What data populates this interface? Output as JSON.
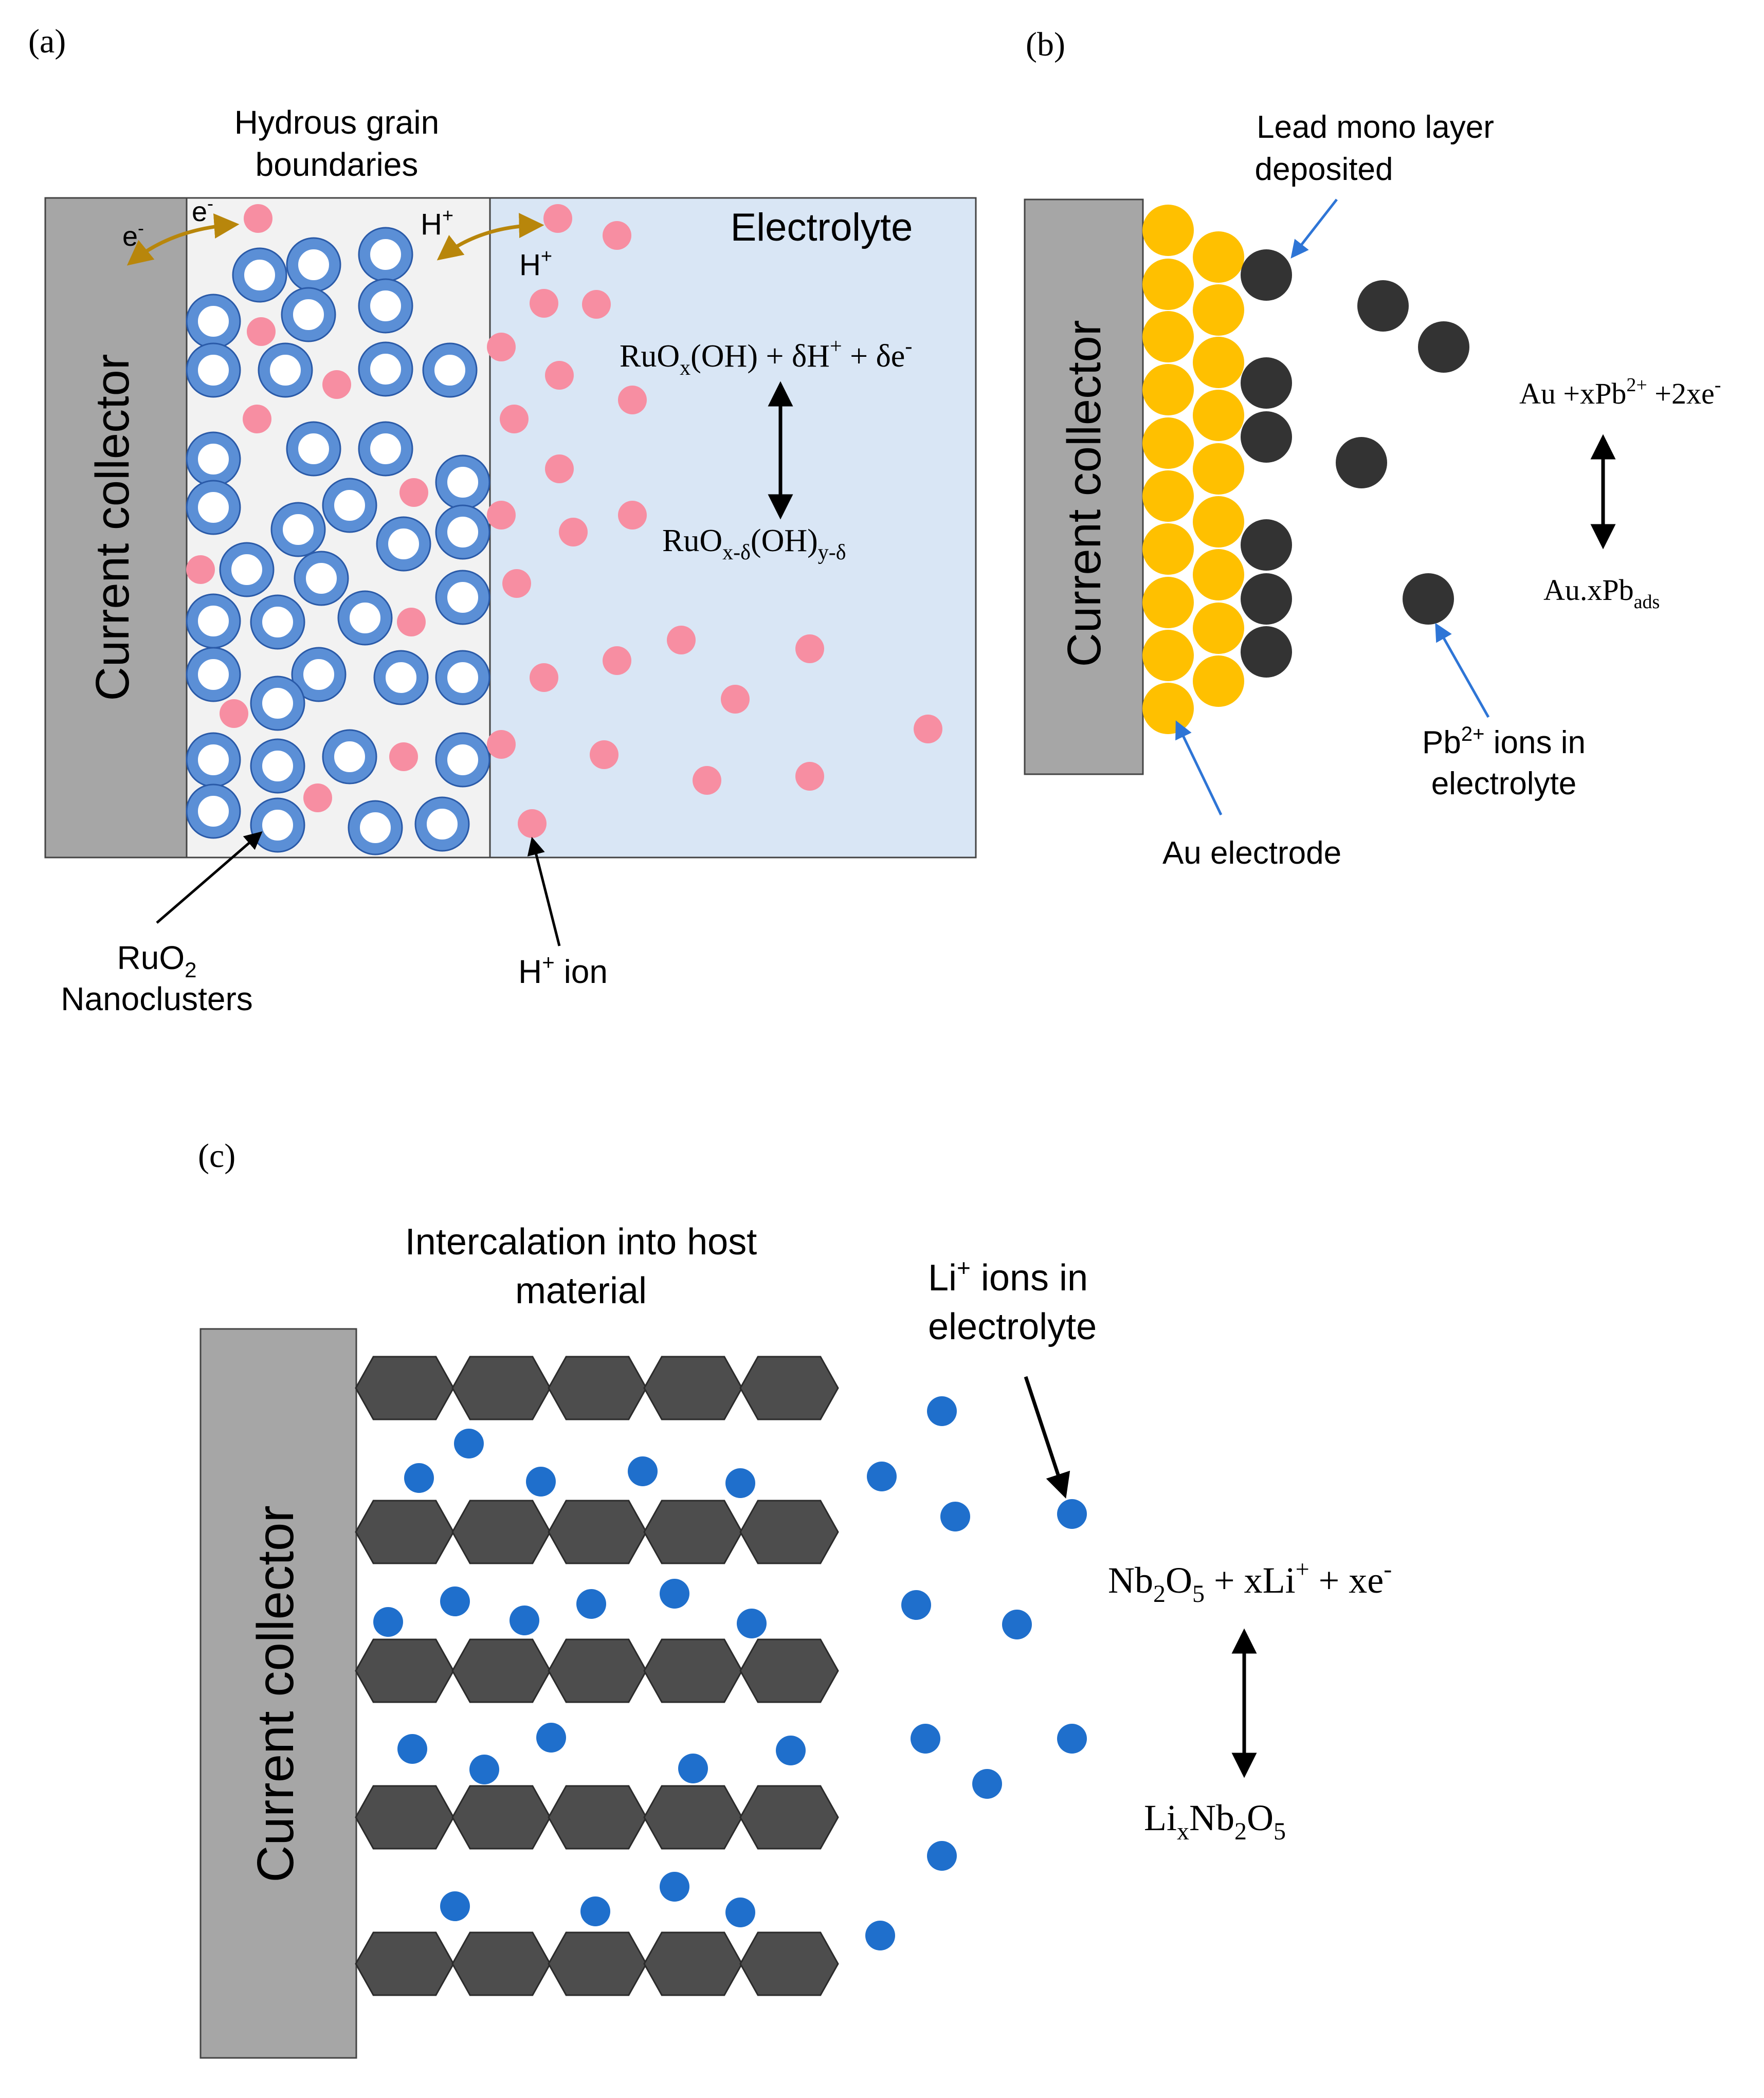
{
  "colors": {
    "collector": "#a6a6a6",
    "grain_zone": "#f2f2f2",
    "electrolyte_zone": "#d9e6f5",
    "ruo2_ring": "#5b8fd6",
    "h_ion": "#f78ea2",
    "au": "#ffc000",
    "pb": "#333333",
    "host_hex": "#4d4d4d",
    "li_ion": "#1f6fcc",
    "gold_arrow": "#b8860b",
    "blue_arrow": "#2e75d6"
  },
  "panel_a": {
    "label": "(a)",
    "collector_label": "Current collector",
    "grain_title_1": "Hydrous grain",
    "grain_title_2": "boundaries",
    "electrolyte_label": "Electrolyte",
    "e_left": "e",
    "e_right": "e",
    "e_sup": "-",
    "h_top": "H",
    "h_right": "H",
    "h_sup": "+",
    "eq_top": {
      "p1": "RuO",
      "s1": "x",
      "p2": "(OH) + δH",
      "sup1": "+",
      "p3": " + δe",
      "sup2": "-"
    },
    "eq_bottom": {
      "p1": "RuO",
      "s1": "x-δ",
      "p2": "(OH)",
      "s2": "y-δ"
    },
    "ruo2_label_1": "RuO",
    "ruo2_sub": "2",
    "ruo2_label_2": "Nanoclusters",
    "h_ion_label": "H",
    "h_ion_sup": "+",
    "h_ion_word": " ion"
  },
  "panel_b": {
    "label": "(b)",
    "collector_label": "Current collector",
    "lead_label_1": "Lead mono layer",
    "lead_label_2": "deposited",
    "eq_top": {
      "p1": "Au +xPb",
      "sup1": "2+",
      "p2": " +2xe",
      "sup2": "-"
    },
    "eq_bottom": {
      "p1": "Au.xPb",
      "s1": "ads"
    },
    "pb_label_1": "Pb",
    "pb_sup": "2+",
    "pb_label_1b": " ions in",
    "pb_label_2": "electrolyte",
    "au_label": "Au electrode"
  },
  "panel_c": {
    "label": "(c)",
    "collector_label": "Current collector",
    "title_1": "Intercalation into host",
    "title_2": "material",
    "li_label_1": "Li",
    "li_sup": "+",
    "li_label_1b": " ions in",
    "li_label_2": "electrolyte",
    "eq_top": {
      "p1": "Nb",
      "s1": "2",
      "p2": "O",
      "s2": "5",
      "p3": " + xLi",
      "sup1": "+",
      "p4": " + xe",
      "sup2": "-"
    },
    "eq_bottom": {
      "p1": "Li",
      "s1": "x",
      "p2": "Nb",
      "s2": "2",
      "p3": "O",
      "s3": "5"
    }
  }
}
